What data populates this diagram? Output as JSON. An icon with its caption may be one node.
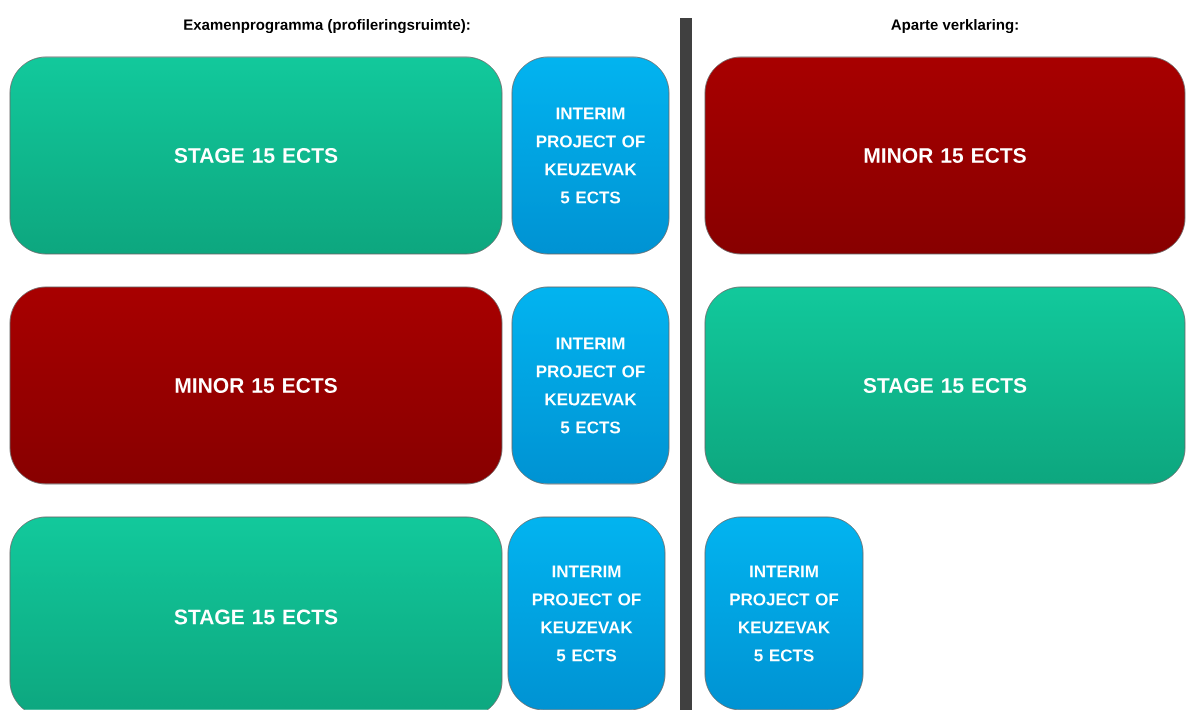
{
  "diagram": {
    "nodes": [
      {
        "text": [
          "STAGE 15 ECTS"
        ]
      },
      {
        "text": [
          "INTERIM PROJECT OF KEUZEVAK 5 ECTS"
        ]
      },
      {
        "text": [
          "MINOR 15 ECTS"
        ]
      },
      {
        "text": [
          "MINOR 15 ECTS"
        ]
      },
      {
        "text": [
          "INTERIM PROJECT OF KEUZEVAK 5 ECTS"
        ]
      },
      {
        "text": [
          "STAGE 15 ECTS"
        ]
      },
      {
        "text": [
          "STAGE 15 ECTS"
        ]
      },
      {
        "text": [
          "INTERIM PROJECT OF KEUZEVAK 5 ECTS"
        ]
      },
      {
        "text": [
          "INTERIM PROJECT OF KEUZEVAK 5 ECTS"
        ]
      }
    ],
    "labels": [
      "Examenprogramma (profileringsruimte):",
      "Aparte verklaring:"
    ]
  }
}
